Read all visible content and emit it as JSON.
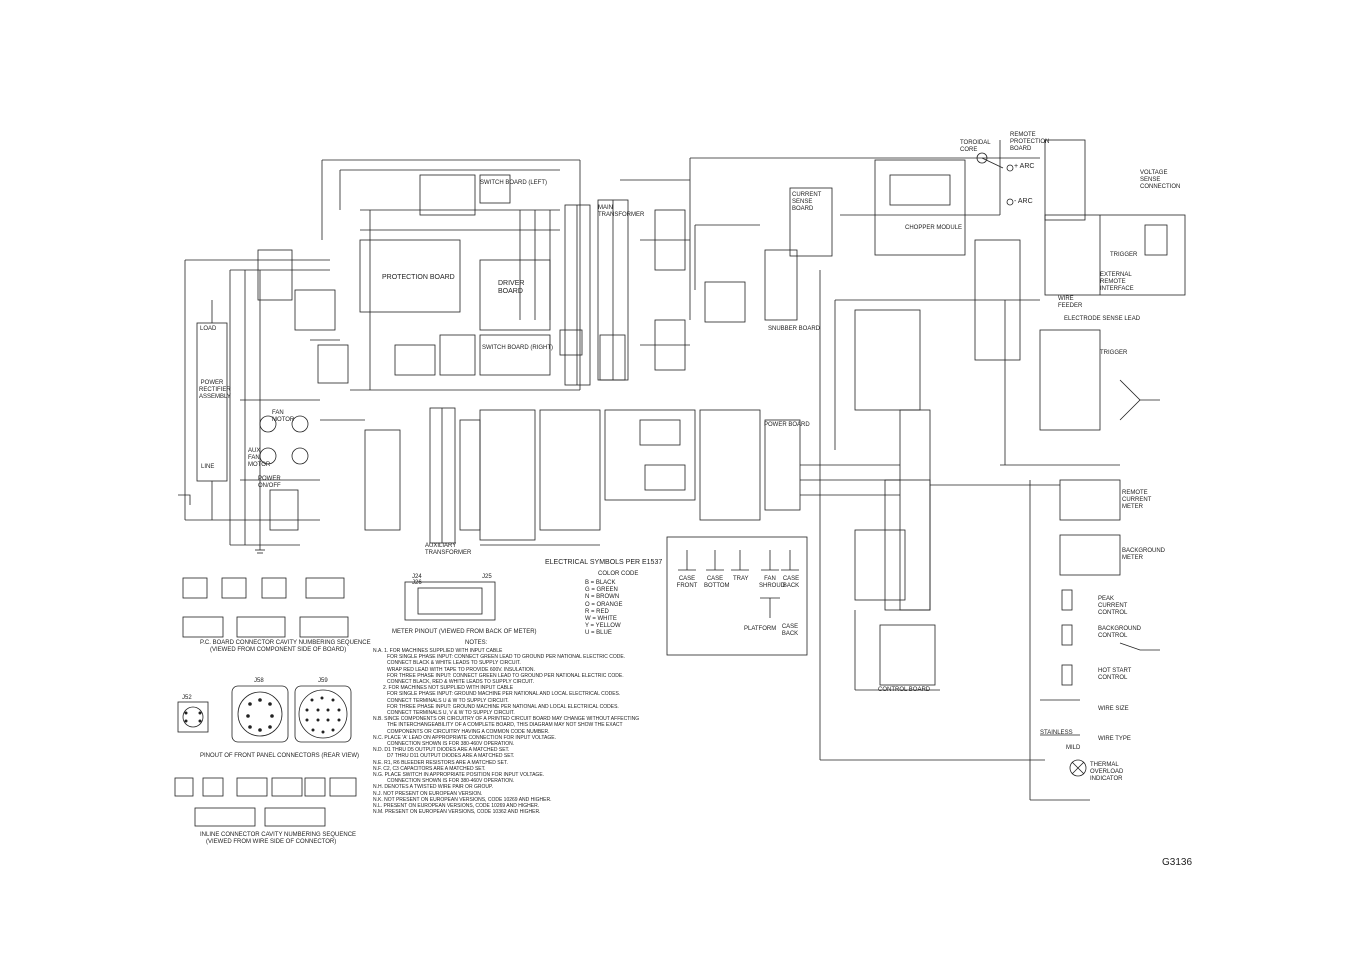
{
  "document": {
    "drawing_number": "G3136"
  },
  "boards": {
    "protection": "PROTECTION BOARD",
    "driver": "DRIVER BOARD",
    "switch_left": "SWITCH BOARD (LEFT)",
    "switch_right": "SWITCH BOARD (RIGHT)",
    "snubber": "SNUBBER BOARD",
    "power": "POWER BOARD",
    "control": "CONTROL BOARD",
    "current_sense": "CURRENT SENSE BOARD",
    "chopper": "CHOPPER MODULE",
    "remote_protection": "REMOTE PROTECTION BOARD"
  },
  "components": {
    "power_rectifier": "POWER RECTIFIER ASSEMBLY",
    "main_transformer": "MAIN TRANSFORMER",
    "aux_transformer": "AUXILIARY TRANSFORMER",
    "fan_motor": "FAN MOTOR",
    "aux_fan_motor": "AUX FAN MOTOR",
    "power_sw": "POWER ON/OFF",
    "toroidal_core": "TOROIDAL CORE",
    "load": "LOAD",
    "line": "LINE",
    "arc_plus": "+ ARC",
    "arc_minus": "- ARC",
    "voltage_sense": "VOLTAGE SENSE CONNECTION",
    "trigger": "TRIGGER",
    "external_remote": "EXTERNAL REMOTE INTERFACE",
    "wire_feeder": "WIRE FEEDER",
    "electrode_sense": "ELECTRODE SENSE LEAD",
    "remote_current_meter": "REMOTE CURRENT METER",
    "background_meter": "BACKGROUND METER",
    "peak_current_control": "PEAK CURRENT CONTROL",
    "background_control": "BACKGROUND CONTROL",
    "hot_start_control": "HOT START CONTROL",
    "wire_size": "WIRE SIZE",
    "wire_type": "WIRE TYPE",
    "thermal_indicator": "THERMAL OVERLOAD INDICATOR",
    "stainless": "STAINLESS",
    "mild": "MILD"
  },
  "legend": {
    "title": "ELECTRICAL SYMBOLS PER E1537",
    "color_code_title": "COLOR CODE",
    "color_code": [
      "B = BLACK",
      "G = GREEN",
      "N = BROWN",
      "O = ORANGE",
      "R = RED",
      "W = WHITE",
      "Y = YELLOW",
      "U = BLUE"
    ],
    "grounds": [
      "CASE FRONT",
      "CASE BOTTOM",
      "TRAY",
      "FAN SHROUD",
      "CASE BACK"
    ],
    "platform": "PLATFORM",
    "platform_case_back": "CASE BACK",
    "meter_pinout": "METER PINOUT (VIEWED FROM BACK OF METER)",
    "meter_pins": [
      "J24",
      "J26",
      "J25"
    ]
  },
  "connector_key": {
    "pc_board": "P.C. BOARD CONNECTOR CAVITY NUMBERING SEQUENCE",
    "pc_board_sub": "(VIEWED FROM COMPONENT SIDE OF BOARD)",
    "front_panel": "PINOUT OF FRONT PANEL CONNECTORS (REAR VIEW)",
    "inline": "INLINE CONNECTOR CAVITY NUMBERING SEQUENCE",
    "inline_sub": "(VIEWED FROM WIRE SIDE OF CONNECTOR)",
    "front_connectors": [
      "J52",
      "J58",
      "J59"
    ]
  },
  "notes": {
    "title": "NOTES:",
    "items": [
      "N.A.  1. FOR MACHINES SUPPLIED WITH INPUT CABLE",
      "FOR SINGLE PHASE INPUT: CONNECT GREEN LEAD TO GROUND PER NATIONAL ELECTRIC CODE.",
      "CONNECT BLACK & WHITE LEADS TO SUPPLY CIRCUIT.",
      "WRAP RED LEAD WITH TAPE TO PROVIDE 600V. INSULATION.",
      "FOR THREE PHASE INPUT: CONNECT GREEN LEAD TO GROUND PER NATIONAL ELECTRIC CODE.",
      "CONNECT BLACK, RED & WHITE LEADS TO SUPPLY CIRCUIT.",
      "2. FOR MACHINES NOT SUPPLIED WITH INPUT CABLE",
      "FOR SINGLE PHASE INPUT: GROUND MACHINE PER NATIONAL AND LOCAL ELECTRICAL CODES.",
      "CONNECT TERMINALS U & W TO SUPPLY CIRCUIT.",
      "FOR THREE PHASE INPUT: GROUND MACHINE PER NATIONAL AND LOCAL ELECTRICAL CODES.",
      "CONNECT TERMINALS U, V & W TO SUPPLY CIRCUIT.",
      "N.B.  SINCE COMPONENTS OR CIRCUITRY OF A PRINTED CIRCUIT BOARD MAY CHANGE WITHOUT AFFECTING",
      "THE INTERCHANGEABILITY OF A COMPLETE BOARD, THIS DIAGRAM MAY NOT SHOW THE EXACT",
      "COMPONENTS OR CIRCUITRY HAVING A COMMON CODE NUMBER.",
      "N.C.  PLACE 'A' LEAD ON APPROPRIATE CONNECTION FOR INPUT VOLTAGE.",
      "CONNECTION SHOWN IS FOR 380-460V OPERATION.",
      "N.D.  D1 THRU D5 OUTPUT DIODES ARE A MATCHED SET.",
      "D7 THRU D11 OUTPUT DIODES ARE A MATCHED SET.",
      "N.E.  R1, R6 BLEEDER RESISTORS ARE A MATCHED SET.",
      "N.F.  C2, C3 CAPACITORS ARE A MATCHED SET.",
      "N.G.  PLACE SWITCH IN APPROPRIATE POSITION FOR INPUT VOLTAGE.",
      "CONNECTION SHOWN IS FOR 380-460V OPERATION.",
      "N.H.  DENOTES A TWISTED WIRE PAIR OR GROUP.",
      "N.J.  NOT PRESENT ON EUROPEAN VERSION.",
      "N.K.  NOT PRESENT ON EUROPEAN VERSIONS, CODE 10269 AND HIGHER.",
      "N.L.  PRESENT ON EUROPEAN VERSIONS, CODE 10269 AND HIGHER.",
      "N.M.  PRESENT ON EUROPEAN VERSIONS, CODE 10362 AND HIGHER."
    ]
  },
  "colors": {
    "ink": "#222222",
    "paper": "#ffffff"
  }
}
